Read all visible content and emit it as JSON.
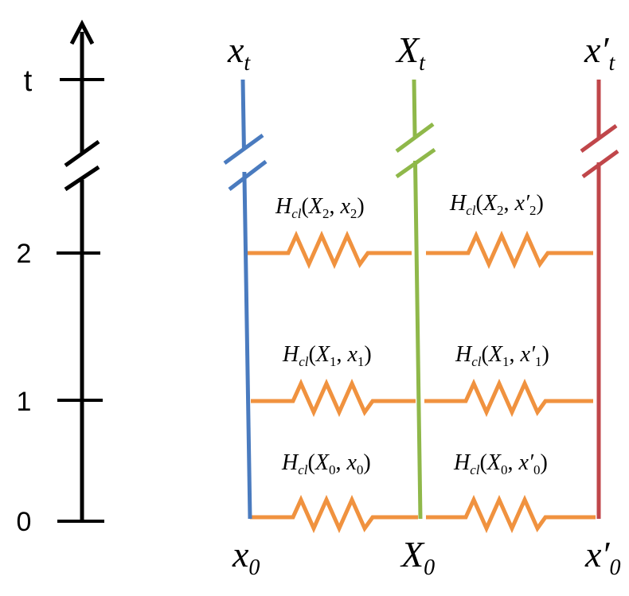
{
  "time_axis": {
    "ticks": [
      {
        "label": "t"
      },
      {
        "label": "2"
      },
      {
        "label": "1"
      },
      {
        "label": "0"
      }
    ]
  },
  "lines": [
    {
      "id": "x",
      "color": "#4a7bbf",
      "top_label": {
        "base": "x",
        "sub": "t",
        "prime": ""
      },
      "bottom_label": {
        "base": "x",
        "sub": "0",
        "prime": ""
      }
    },
    {
      "id": "X",
      "color": "#8fb84a",
      "top_label": {
        "base": "X",
        "sub": "t",
        "prime": ""
      },
      "bottom_label": {
        "base": "X",
        "sub": "0",
        "prime": ""
      }
    },
    {
      "id": "xp",
      "color": "#c0464a",
      "top_label": {
        "base": "x",
        "sub": "t",
        "prime": "′"
      },
      "bottom_label": {
        "base": "x",
        "sub": "0",
        "prime": "′"
      }
    }
  ],
  "couplings": [
    {
      "step": "2",
      "left": {
        "H": "H",
        "sub": "cl",
        "a": "X",
        "a_sub": "2",
        "b": "x",
        "b_sub": "2",
        "b_prime": ""
      },
      "right": {
        "H": "H",
        "sub": "cl",
        "a": "X",
        "a_sub": "2",
        "b": "x",
        "b_sub": "2",
        "b_prime": "′"
      }
    },
    {
      "step": "1",
      "left": {
        "H": "H",
        "sub": "cl",
        "a": "X",
        "a_sub": "1",
        "b": "x",
        "b_sub": "1",
        "b_prime": ""
      },
      "right": {
        "H": "H",
        "sub": "cl",
        "a": "X",
        "a_sub": "1",
        "b": "x",
        "b_sub": "1",
        "b_prime": "′"
      }
    },
    {
      "step": "0",
      "left": {
        "H": "H",
        "sub": "cl",
        "a": "X",
        "a_sub": "0",
        "b": "x",
        "b_sub": "0",
        "b_prime": ""
      },
      "right": {
        "H": "H",
        "sub": "cl",
        "a": "X",
        "a_sub": "0",
        "b": "x",
        "b_sub": "0",
        "b_prime": "′"
      }
    }
  ],
  "colors": {
    "axis": "#000000",
    "spring": "#f0923f"
  }
}
